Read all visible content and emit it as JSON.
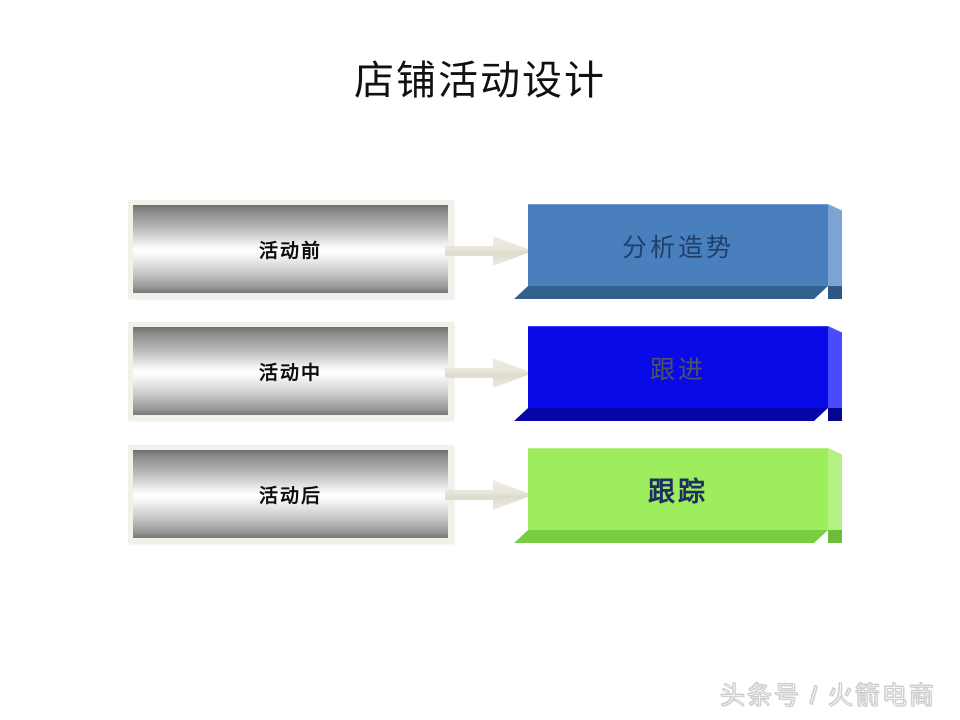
{
  "slide": {
    "title": "店铺活动设计",
    "background_color": "#ffffff"
  },
  "rows": [
    {
      "stage_label": "活动前",
      "action_label": "分析造势",
      "action_color": "#4a7fbe",
      "action_text_color": "#1f3f6b",
      "arrow_icon": "right-arrow-icon"
    },
    {
      "stage_label": "活动中",
      "action_label": "跟进",
      "action_color": "#0a0ae8",
      "action_text_color": "#4b5560",
      "arrow_icon": "right-arrow-icon"
    },
    {
      "stage_label": "活动后",
      "action_label": "跟踪",
      "action_color": "#9ded5d",
      "action_text_color": "#1d2e63",
      "arrow_icon": "right-arrow-icon"
    }
  ],
  "watermark": {
    "text": "头条号 / 火箭电商"
  }
}
